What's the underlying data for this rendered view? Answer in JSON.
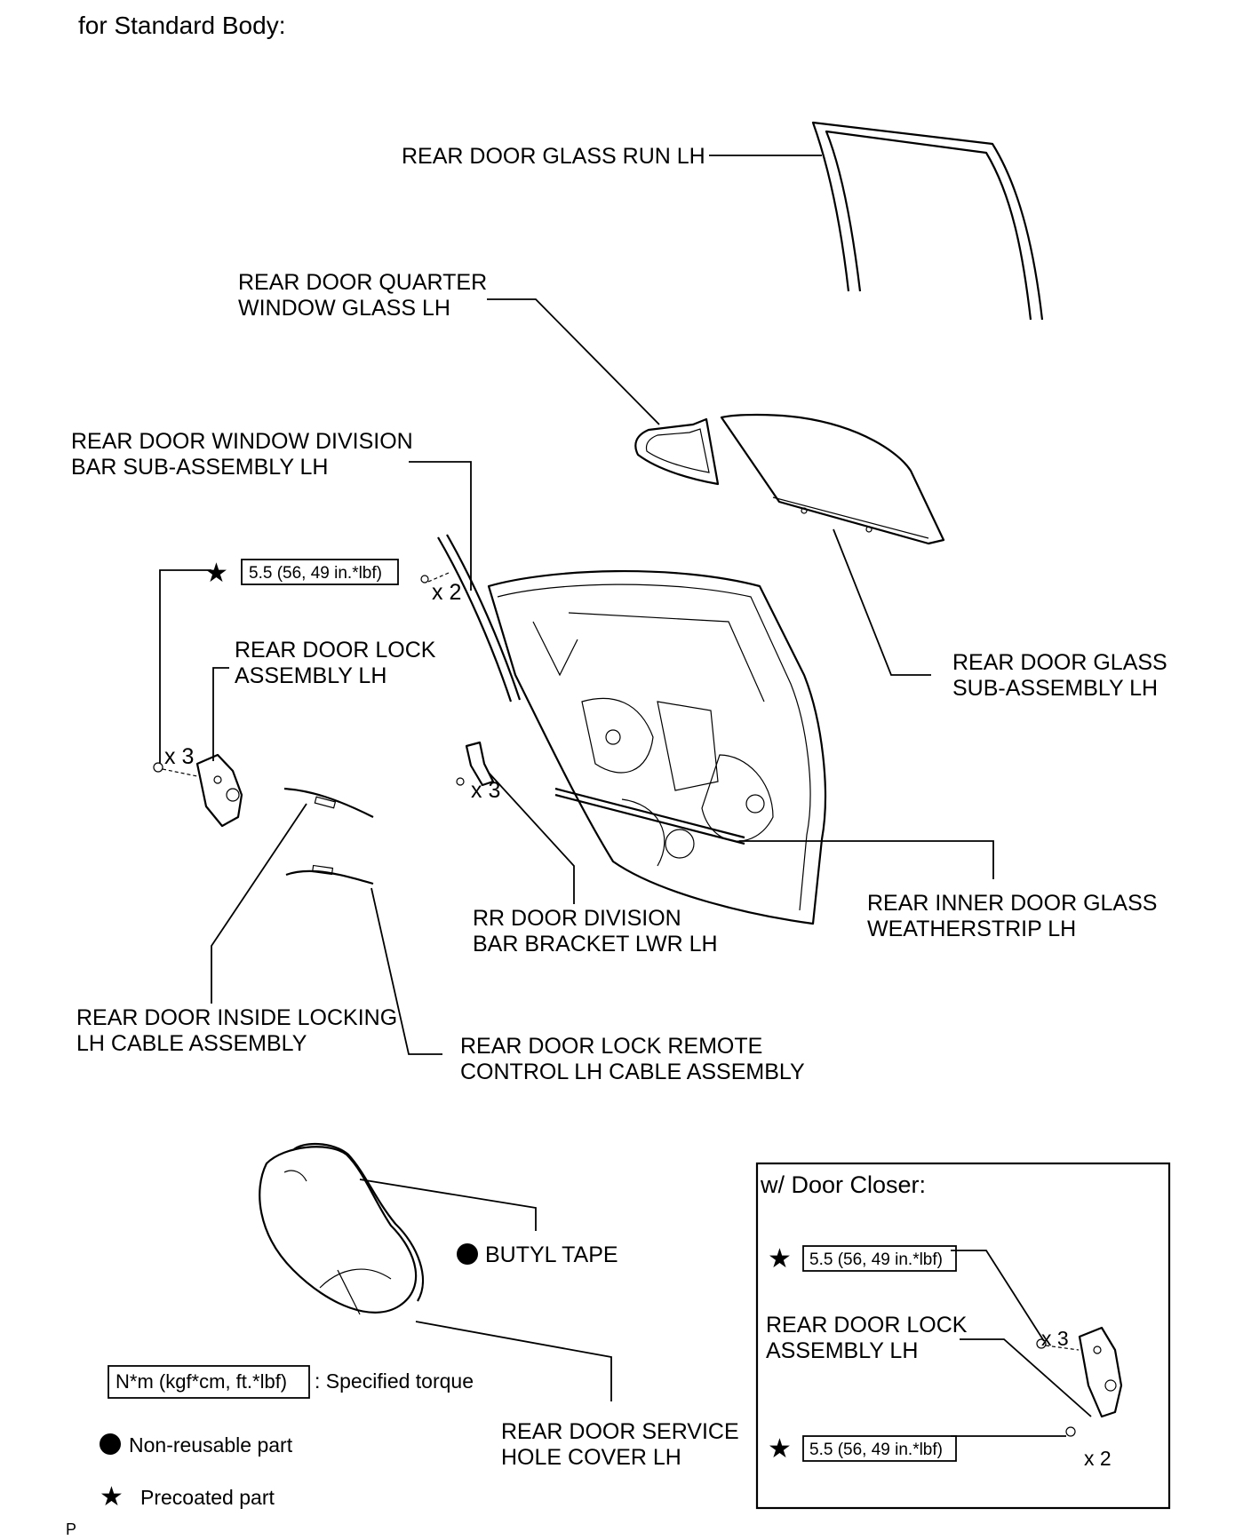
{
  "header": {
    "title": "for Standard Body:"
  },
  "labels": {
    "glass_run": "REAR DOOR GLASS RUN LH",
    "quarter_glass": [
      "REAR DOOR QUARTER",
      "WINDOW GLASS LH"
    ],
    "division_bar": [
      "REAR DOOR WINDOW DIVISION",
      "BAR SUB-ASSEMBLY LH"
    ],
    "lock_assembly": [
      "REAR DOOR LOCK",
      "ASSEMBLY LH"
    ],
    "door_glass": [
      "REAR DOOR GLASS",
      "SUB-ASSEMBLY LH"
    ],
    "inner_weatherstrip": [
      "REAR INNER DOOR GLASS",
      "WEATHERSTRIP LH"
    ],
    "division_bracket": [
      "RR DOOR DIVISION",
      "BAR BRACKET LWR LH"
    ],
    "inside_locking_cable": [
      "REAR DOOR INSIDE LOCKING",
      "LH CABLE ASSEMBLY"
    ],
    "remote_control_cable": [
      "REAR DOOR LOCK REMOTE",
      "CONTROL LH CABLE ASSEMBLY"
    ],
    "butyl_tape": "BUTYL TAPE",
    "service_hole_cover": [
      "REAR DOOR SERVICE",
      "HOLE COVER LH"
    ]
  },
  "quantities": {
    "division_bar_x": "x 2",
    "lock_x": "x 3",
    "bracket_x": "x 3"
  },
  "torque": {
    "main": "5.5 (56, 49 in.*lbf)"
  },
  "legend": {
    "torque_box": "N*m (kgf*cm, ft.*lbf)",
    "torque_text": ": Specified torque",
    "non_reusable": "Non-reusable part",
    "precoated": "Precoated part"
  },
  "door_closer": {
    "title": "w/ Door Closer:",
    "torque_top": "5.5 (56, 49 in.*lbf)",
    "torque_bottom": "5.5 (56, 49 in.*lbf)",
    "lock_label": [
      "REAR DOOR LOCK",
      "ASSEMBLY LH"
    ],
    "qty_top": "x 3",
    "qty_bottom": "x 2"
  },
  "footer": {
    "code": "P"
  }
}
